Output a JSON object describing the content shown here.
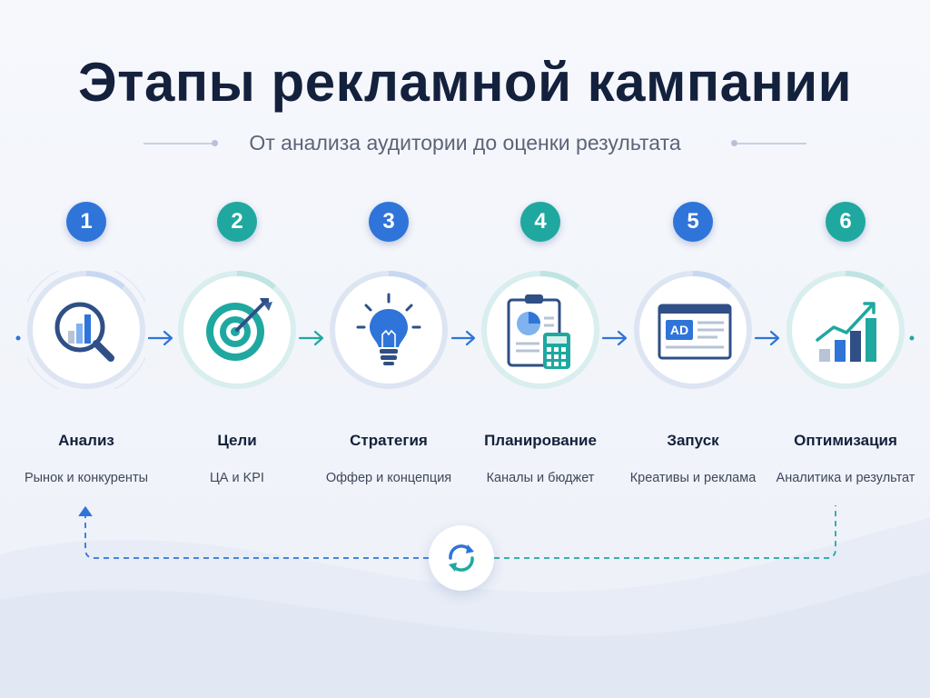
{
  "title": "Этапы рекламной кампании",
  "subtitle": "От анализа аудитории до оценки результата",
  "colors": {
    "blue": "#2f74d9",
    "teal": "#1fa8a0",
    "navy": "#14213d",
    "light_blue": "#7fb2ee"
  },
  "steps": [
    {
      "number": "1",
      "label": "Анализ",
      "description": "Рынок и конкуренты",
      "icon": "magnifier-chart-icon",
      "color": "#2f74d9"
    },
    {
      "number": "2",
      "label": "Цели",
      "description": "ЦА и KPI",
      "icon": "target-icon",
      "color": "#1fa8a0"
    },
    {
      "number": "3",
      "label": "Стратегия",
      "description": "Оффер и концепция",
      "icon": "lightbulb-icon",
      "color": "#2f74d9"
    },
    {
      "number": "4",
      "label": "Планирование",
      "description": "Каналы и бюджет",
      "icon": "clipboard-calculator-icon",
      "color": "#1fa8a0"
    },
    {
      "number": "5",
      "label": "Запуск",
      "description": "Креативы и реклама",
      "icon": "ad-window-icon",
      "color": "#2f74d9"
    },
    {
      "number": "6",
      "label": "Оптимизация",
      "description": "Аналитика и результат",
      "icon": "growth-chart-icon",
      "color": "#1fa8a0"
    }
  ],
  "ad_icon_text": "AD",
  "cycle_icon": "refresh-cycle-icon"
}
